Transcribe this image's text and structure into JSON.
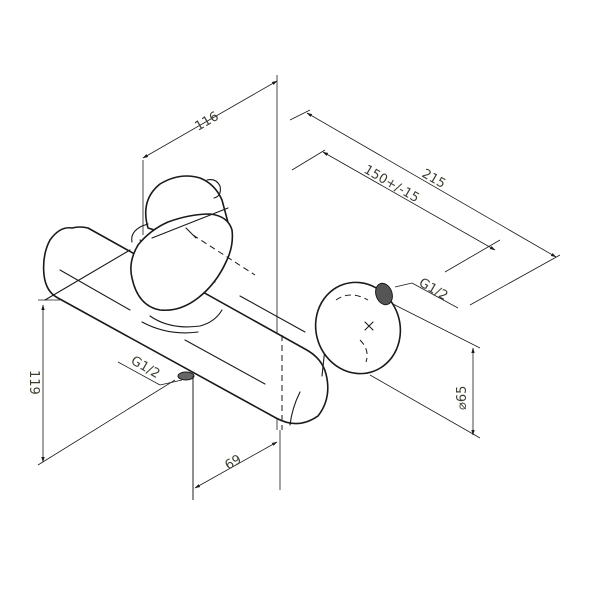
{
  "drawing": {
    "subject": "Wall-mounted shower mixer, technical dimension drawing",
    "colors": {
      "line": "#1a1a1a",
      "text": "#3a4030",
      "background": "#ffffff"
    },
    "dimensions": {
      "width_lever": {
        "label": "116"
      },
      "total_length": {
        "label": "215"
      },
      "connection_spacing": {
        "label": "150+/-15"
      },
      "height": {
        "label": "119"
      },
      "outlet_offset": {
        "label": "69"
      },
      "rosette_diameter": {
        "label": "⌀65"
      },
      "thread_bottom": {
        "label": "G1/2"
      },
      "thread_inlet": {
        "label": "G1/2"
      }
    }
  }
}
